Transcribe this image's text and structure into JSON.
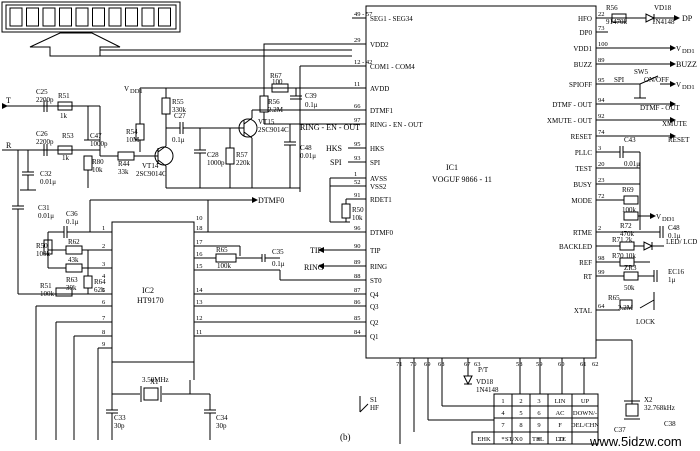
{
  "figure_label": "(b)",
  "watermark": "www.5idzw.com",
  "ic1": {
    "ref": "IC1",
    "part": "VOGUF 9866 - 11",
    "left_pins": [
      {
        "num": "49 - 57",
        "name": "SEG1 - SEG34"
      },
      {
        "num": "29",
        "name": "VDD2"
      },
      {
        "num": "12 - 42",
        "name": "COM1 - COM4"
      },
      {
        "num": "11",
        "name": "AVDD"
      },
      {
        "num": "66",
        "name": "DTMF1"
      },
      {
        "num": "97",
        "name": "RING - EN - OUT"
      },
      {
        "num": "95",
        "name": "HKS"
      },
      {
        "num": "93",
        "name": "SPI"
      },
      {
        "num": "1",
        "name": "AVSS"
      },
      {
        "num": "52",
        "name": "VSS2"
      },
      {
        "num": "91",
        "name": "RDET1"
      },
      {
        "num": "96",
        "name": "DTMF0"
      },
      {
        "num": "90",
        "name": "TIP"
      },
      {
        "num": "89",
        "name": "RING"
      },
      {
        "num": "88",
        "name": "ST0"
      },
      {
        "num": "87",
        "name": "Q4"
      },
      {
        "num": "86",
        "name": "Q3"
      },
      {
        "num": "85",
        "name": "Q2"
      },
      {
        "num": "84",
        "name": "Q1"
      }
    ],
    "right_pins": [
      {
        "num": "22",
        "name": "HFO"
      },
      {
        "num": "73",
        "name": "DP0"
      },
      {
        "num": "100",
        "name": "VDD1"
      },
      {
        "num": "89",
        "name": "BUZZ"
      },
      {
        "num": "95",
        "name": "SPIOFF"
      },
      {
        "num": "94",
        "name": "DTMF - OUT"
      },
      {
        "num": "92",
        "name": "XMUTE - OUT"
      },
      {
        "num": "74",
        "name": "RESET"
      },
      {
        "num": "3",
        "name": "PLLC"
      },
      {
        "num": "20",
        "name": "TEST"
      },
      {
        "num": "23",
        "name": "BUSY"
      },
      {
        "num": "72",
        "name": "MODE"
      },
      {
        "num": "2",
        "name": "RTME"
      },
      {
        "num": "",
        "name": "BACKLED"
      },
      {
        "num": "98",
        "name": "REF"
      },
      {
        "num": "99",
        "name": "RT"
      },
      {
        "num": "64",
        "name": "XTAL"
      }
    ],
    "bottom_pins": [
      "71",
      "70",
      "69",
      "68",
      "67",
      "63",
      "58",
      "59",
      "60",
      "61",
      "62"
    ]
  },
  "ic2": {
    "ref": "IC2",
    "part": "HT9170",
    "left_pins": [
      "1",
      "2",
      "3",
      "4",
      "5",
      "6",
      "7",
      "8",
      "9"
    ],
    "right_pins": [
      "18",
      "17",
      "16",
      "15",
      "14",
      "13",
      "12",
      "11",
      "10"
    ]
  },
  "nets": {
    "t": "T",
    "r": "R",
    "dtmf0": "DTMF0",
    "tip": "TIP",
    "ring": "RING",
    "vdd1": "VDD1",
    "dp": "DP",
    "buzz": "BUZZ",
    "dtmf_out": "DTMF - OUT",
    "xmute": "XMUTE",
    "reset": "RESET",
    "hks": "HKS",
    "spi": "SPI",
    "ring_en_out": "RING - EN - OUT",
    "lock": "LOCK",
    "spi_sw": "SPI",
    "on_off": "ON/OFF",
    "led_lcd": "LED/ LCD",
    "pt": "P/T",
    "hf": "HF"
  },
  "components": [
    {
      "ref": "C25",
      "value": "2200p"
    },
    {
      "ref": "R51",
      "value": "1k"
    },
    {
      "ref": "C26",
      "value": "2200p"
    },
    {
      "ref": "R53",
      "value": "1k"
    },
    {
      "ref": "C47",
      "value": "1000p"
    },
    {
      "ref": "R80",
      "value": "10k"
    },
    {
      "ref": "R44",
      "value": "33k"
    },
    {
      "ref": "C32",
      "value": "0.01μ"
    },
    {
      "ref": "C31",
      "value": "0.01μ"
    },
    {
      "ref": "C36",
      "value": "0.1μ"
    },
    {
      "ref": "R50",
      "value": "100k"
    },
    {
      "ref": "R62",
      "value": "43k"
    },
    {
      "ref": "R63",
      "value": "39k"
    },
    {
      "ref": "R64",
      "value": "62k"
    },
    {
      "ref": "R51b",
      "value": "100k"
    },
    {
      "ref": "R55",
      "value": "330k"
    },
    {
      "ref": "R54",
      "value": "10M"
    },
    {
      "ref": "C27",
      "value": "0.1μ"
    },
    {
      "ref": "VT14",
      "value": "2SC9014C"
    },
    {
      "ref": "C28",
      "value": "1000p"
    },
    {
      "ref": "R57",
      "value": "220k"
    },
    {
      "ref": "R67",
      "value": "100"
    },
    {
      "ref": "C39",
      "value": "0.1μ"
    },
    {
      "ref": "R56",
      "value": "2.2M"
    },
    {
      "ref": "VT15",
      "value": "2SC9014C"
    },
    {
      "ref": "C48",
      "value": "0.01μ"
    },
    {
      "ref": "R50b",
      "value": "10k"
    },
    {
      "ref": "R65",
      "value": "100k"
    },
    {
      "ref": "C35",
      "value": "0.1μ"
    },
    {
      "ref": "X1",
      "value": "3.58MHz"
    },
    {
      "ref": "C33",
      "value": "30p"
    },
    {
      "ref": "C34",
      "value": "30p"
    },
    {
      "ref": "R56b",
      "value": "91470k"
    },
    {
      "ref": "VD18",
      "value": "1N4148"
    },
    {
      "ref": "SW5",
      "value": "ON/OFF"
    },
    {
      "ref": "C43",
      "value": "0.01μ"
    },
    {
      "ref": "R69",
      "value": "100k"
    },
    {
      "ref": "R72",
      "value": "470k"
    },
    {
      "ref": "C48b",
      "value": "0.1μ"
    },
    {
      "ref": "R71",
      "value": "2k"
    },
    {
      "ref": "R70",
      "value": "10k"
    },
    {
      "ref": "ZR3",
      "value": "50k"
    },
    {
      "ref": "EC16",
      "value": "1μ"
    },
    {
      "ref": "R65b",
      "value": "2.2M"
    },
    {
      "ref": "VD18b",
      "value": "1N4148"
    },
    {
      "ref": "S1",
      "value": "HF"
    },
    {
      "ref": "X2",
      "value": "32.768kHz"
    },
    {
      "ref": "C38",
      "value": ""
    },
    {
      "ref": "C37",
      "value": ""
    }
  ],
  "keypad": {
    "rows": [
      [
        "1",
        "2",
        "3",
        "LIN",
        "UP"
      ],
      [
        "4",
        "5",
        "6",
        "AC",
        "DOWN/-"
      ],
      [
        "7",
        "8",
        "9",
        "F",
        "DEL/CHN"
      ],
      [
        "*",
        "0",
        "#",
        "LO",
        ""
      ]
    ],
    "bottom": [
      "EHK",
      "ST/X",
      "TEL",
      "TE"
    ]
  }
}
